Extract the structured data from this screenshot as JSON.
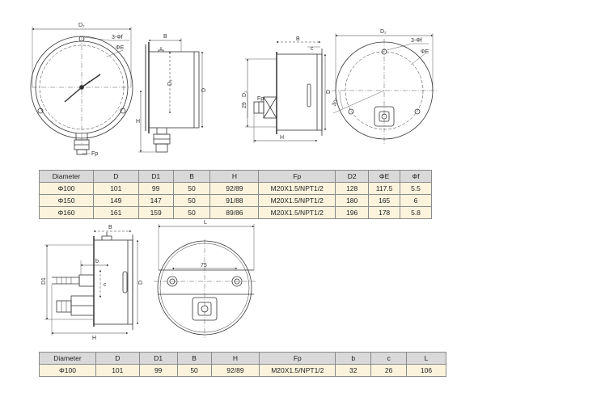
{
  "drawing1": {
    "front": {
      "dim_top": "D₂",
      "dim_holes": "3-Φf",
      "dim_circle": "ΦE",
      "conn_label": "Fp"
    },
    "side": {
      "dim_b": "B",
      "dim_d2": "D₂",
      "dim_d": "D",
      "dim_h": "H"
    },
    "rear_side": {
      "dim_b": "B",
      "dim_c": "c",
      "dim_d1": "D₁",
      "dim_d": "D",
      "dim_29": "29",
      "dim_h": "H",
      "conn_label": "Fp"
    },
    "back": {
      "dim_top": "D₂",
      "dim_holes": "3-Φf",
      "dim_circle": "ΦE",
      "dim_angle": "30°"
    }
  },
  "table1": {
    "headers": [
      "Diameter",
      "D",
      "D1",
      "B",
      "H",
      "Fp",
      "D2",
      "ΦE",
      "Φf"
    ],
    "rows": [
      [
        "Φ100",
        "101",
        "99",
        "50",
        "92/89",
        "M20X1.5/NPT1/2",
        "128",
        "117.5",
        "5.5"
      ],
      [
        "Φ150",
        "149",
        "147",
        "50",
        "91/88",
        "M20X1.5/NPT1/2",
        "180",
        "165",
        "6"
      ],
      [
        "Φ160",
        "161",
        "159",
        "50",
        "89/86",
        "M20X1.5/NPT1/2",
        "196",
        "178",
        "5.8"
      ]
    ]
  },
  "drawing2": {
    "side": {
      "dim_b": "B",
      "dim_small_b": "b",
      "dim_c": "c",
      "dim_d1": "D1",
      "dim_d": "D",
      "dim_h": "H"
    },
    "back": {
      "dim_l": "L",
      "dim_75": "75"
    }
  },
  "table2": {
    "headers": [
      "Diameter",
      "D",
      "D1",
      "B",
      "H",
      "Fp",
      "b",
      "c",
      "L"
    ],
    "rows": [
      [
        "Φ100",
        "101",
        "99",
        "50",
        "92/89",
        "M20X1.5/NPT1/2",
        "32",
        "26",
        "106"
      ]
    ]
  },
  "colors": {
    "header_bg": "#d9d9d9",
    "row_bg": "#fbf3dc",
    "line": "#333333"
  }
}
